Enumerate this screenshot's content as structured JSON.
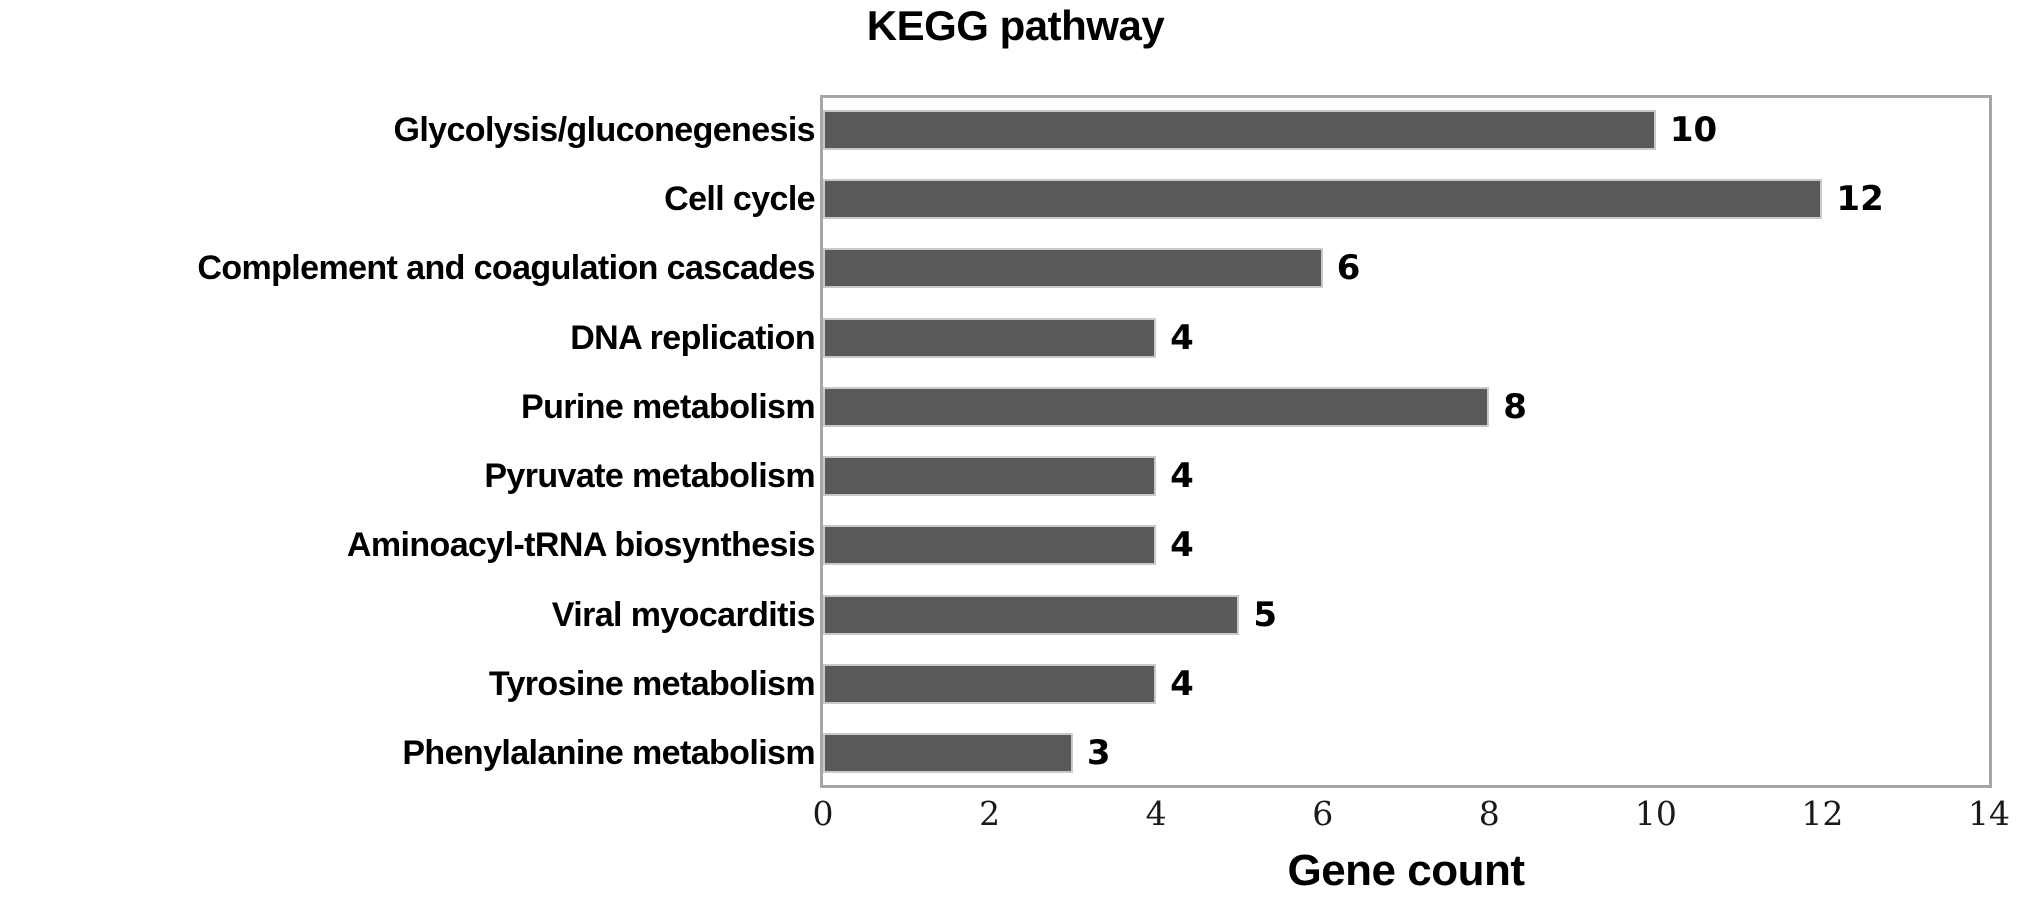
{
  "chart_data": {
    "type": "bar",
    "orientation": "horizontal",
    "title": "KEGG pathway",
    "xlabel": "Gene count",
    "ylabel": "",
    "xlim": [
      0,
      14
    ],
    "xticks": [
      "0",
      "2",
      "4",
      "6",
      "8",
      "10",
      "12",
      "14"
    ],
    "grid": false,
    "legend": null,
    "bar_color": "#595959",
    "bar_edge_color": "#c9c9c9",
    "frame_color": "#a6a6a6",
    "categories": [
      "Glycolysis/gluconegenesis",
      "Cell cycle",
      "Complement and coagulation cascades",
      "DNA replication",
      "Purine metabolism",
      "Pyruvate metabolism",
      "Aminoacyl-tRNA biosynthesis",
      "Viral myocarditis",
      "Tyrosine metabolism",
      "Phenylalanine metabolism"
    ],
    "values": [
      10,
      12,
      6,
      4,
      8,
      4,
      4,
      5,
      4,
      3
    ],
    "data_labels": [
      "10",
      "12",
      "6",
      "4",
      "8",
      "4",
      "4",
      "5",
      "4",
      "3"
    ]
  }
}
